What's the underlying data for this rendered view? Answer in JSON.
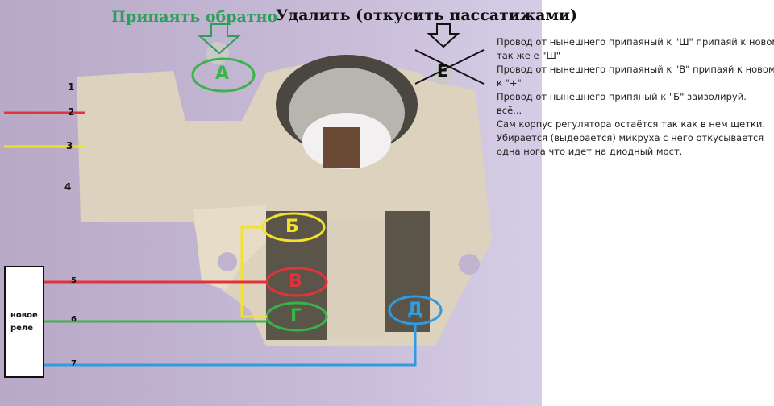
{
  "titles": {
    "solder_back": "Припаять обратно",
    "remove": "Удалить (откусить пассатижами)"
  },
  "notes": [
    "Провод от нынешнего припаяный к \"Ш\" припаяй к новому",
    "так же е \"Ш\"",
    "Провод от нынешнего припаяный к \"В\" припаяй к новому",
    "к \"+\"",
    "Провод от нынешнего припяный к \"Б\" заизолируй.",
    "всё...",
    "Сам корпус регулятора остаётся так как в нем щетки.",
    "Убирается (выдерается) микруха с него откусывается",
    "одна нога что идет на диодный мост."
  ],
  "wire_numbers": [
    "1",
    "2",
    "3",
    "4",
    "5",
    "6",
    "7"
  ],
  "relay_label": "новое реле",
  "terminals": {
    "A": "А",
    "E": "Е",
    "B": "Б",
    "V": "В",
    "G": "Г",
    "D": "Д"
  },
  "colors": {
    "red": "#e0343a",
    "yellow": "#f2e22a",
    "green": "#3cb34a",
    "blue": "#2f9be0",
    "title_green": "#2f9e5a"
  }
}
